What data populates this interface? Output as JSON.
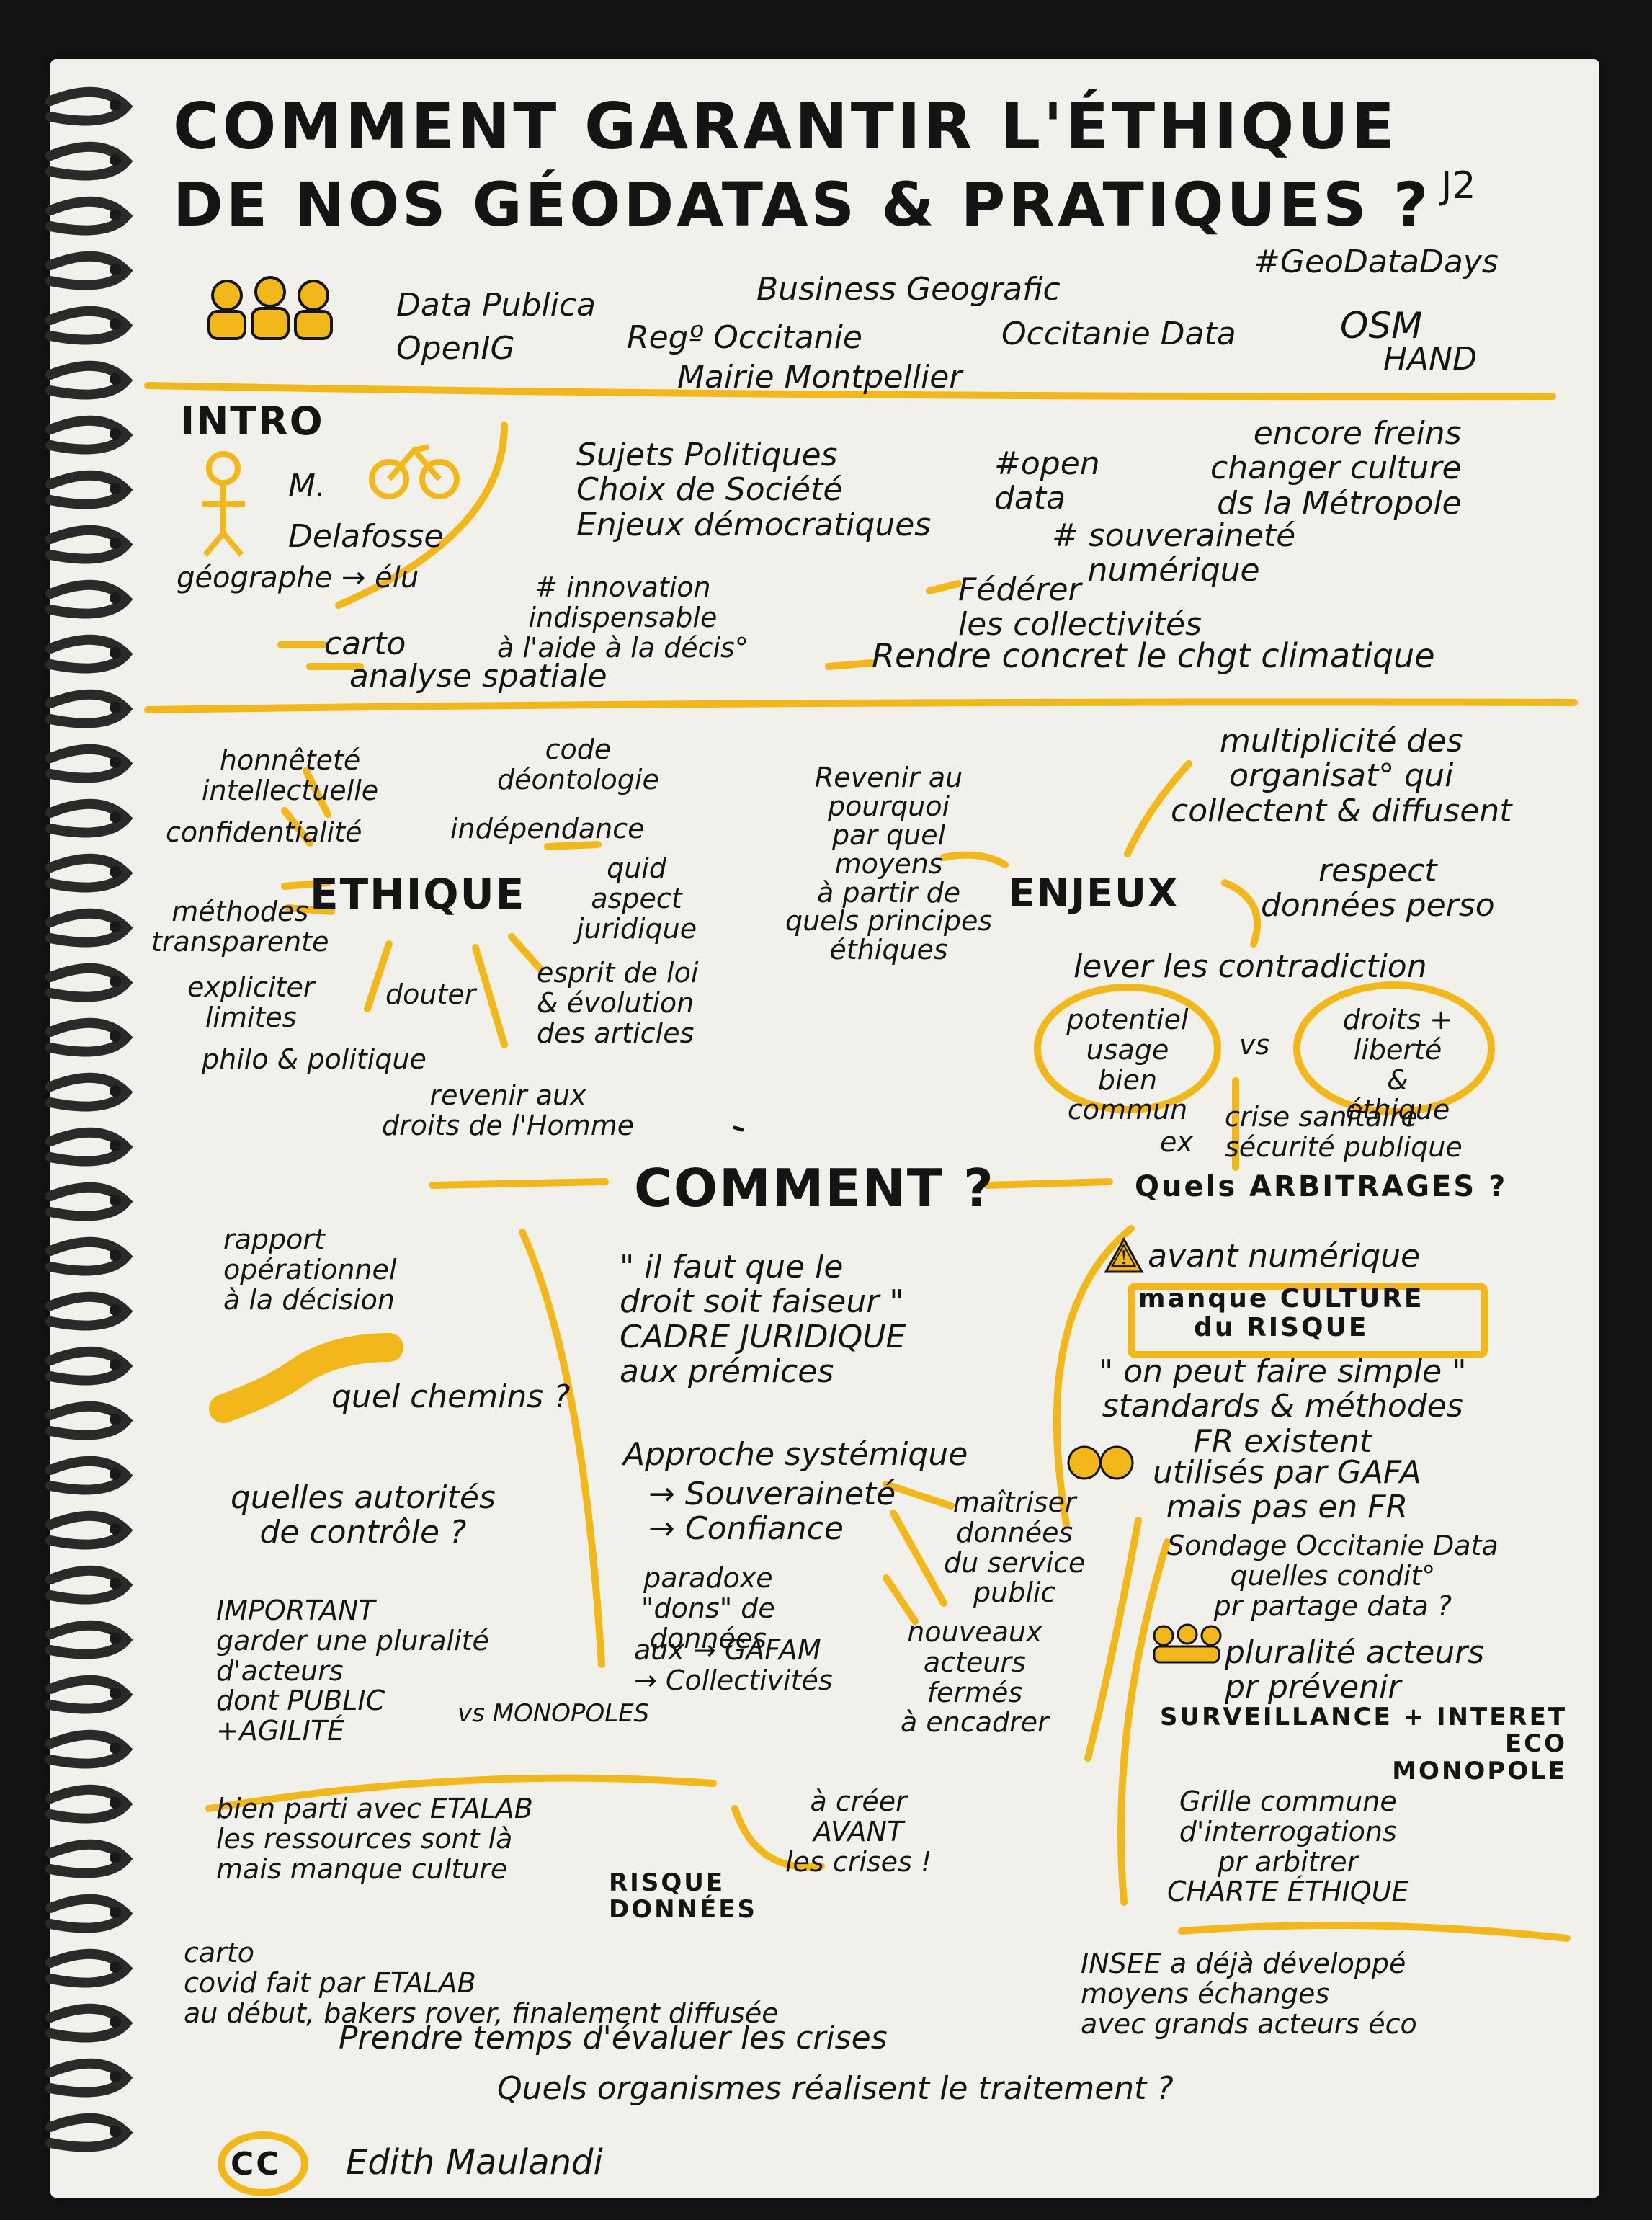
{
  "header": {
    "title_line1": "COMMENT GARANTIR L'ÉTHIQUE",
    "title_line2": "DE NOS GÉODATAS & PRATIQUES ?",
    "day": "J2",
    "hashtag": "#GeoDataDays"
  },
  "speakers": {
    "orgs": [
      "Data Publica",
      "Business Geografic",
      "OpenIG",
      "Regº Occitanie",
      "Occitanie Data",
      "OSM",
      "HAND",
      "Mairie Montpellier"
    ]
  },
  "intro": {
    "heading": "INTRO",
    "speaker": "M.\nDelafosse",
    "speaker_role": "géographe → élu",
    "subjects": "Sujets Politiques\nChoix de Société\nEnjeux démocratiques",
    "open_data": "#open\ndata",
    "brakes": "encore freins\nchanger culture\nds la Métropole",
    "sovereignty": "# souveraineté\nnumérique",
    "innovation": "# innovation\nindispensable\nà l'aide à la décis°",
    "federate": "Fédérer\nles collectivités",
    "carto": "carto",
    "spatial": "analyse spatiale",
    "climate": "Rendre concret le chgt climatique"
  },
  "ethique": {
    "heading": "ETHIQUE",
    "items": [
      "honnêteté\nintellectuelle",
      "code\ndéontologie",
      "confidentialité",
      "indépendance",
      "méthodes\ntransparente",
      "quid\naspect\njuridique",
      "expliciter\nlimites",
      "douter",
      "esprit de loi\n& évolution\ndes articles",
      "philo & politique",
      "revenir aux\ndroits de l'Homme"
    ],
    "purpose": "Revenir au\npourquoi\npar quel\nmoyens\nà partir de\nquels principes\néthiques"
  },
  "enjeux": {
    "heading": "ENJEUX",
    "multiplicity": "multiplicité des\norganisat° qui\ncollectent & diffusent",
    "respect": "respect\ndonnées perso",
    "contradiction": "lever les contradiction",
    "left_bubble": "potentiel\nusage\nbien commun",
    "vs": "vs",
    "right_bubble": "droits + liberté\n&\néthique",
    "example_label": "ex",
    "example": "crise sanitaire\nsécurité publique",
    "arbitrages": "Quels ARBITRAGES ?"
  },
  "comment": {
    "heading": "COMMENT ?",
    "report": "rapport\nopérationnel\nà la décision",
    "paths": "quel chemins ?",
    "authorities": "quelles autorités\nde contrôle ?",
    "important": "IMPORTANT\ngarder une pluralité\nd'acteurs\ndont PUBLIC\n+AGILITÉ",
    "vs_monopoles": "vs MONOPOLES",
    "quote": "\" il faut que le\ndroit soit faiseur \"\nCADRE JURIDIQUE\naux prémices",
    "systemic": "Approche systémique",
    "sovereign_trust": "→ Souveraineté\n→ Confiance",
    "paradox": "paradoxe\n\"dons\" de\ndonnées",
    "gafam": "aux → GAFAM\n→ Collectivités",
    "master": "maîtriser\ndonnées\ndu service\npublic",
    "new_actors": "nouveaux\nacteurs\nfermés\nà encadrer",
    "digital_lag": "⚠ avant numérique",
    "risk_culture": "manque CULTURE\ndu RISQUE",
    "simple": "\" on peut faire simple \"\nstandards & méthodes\nFR existent",
    "gafa": "utilisés par GAFA\nmais pas en FR",
    "survey": "Sondage Occitanie Data\nquelles condit°\npr partage data ?",
    "plurality": "pluralité acteurs\npr prévenir",
    "surveillance": "SURVEILLANCE + INTERET\nECO\nMONOPOLE",
    "grid": "Grille commune\nd'interrogations\npr arbitrer\nCHARTE ÉTHIQUE",
    "etalab": "bien parti avec ETALAB\nles ressources sont là\nmais manque culture",
    "risk_data": "RISQUE\nDONNÉES",
    "create_before": "à créer\nAVANT\nles crises !",
    "covid": "carto\ncovid fait par ETALAB\nau début, bakers rover, finalement diffusée",
    "insee": "INSEE a déjà développé\nmoyens échanges\navec grands acteurs éco",
    "evaluate": "Prendre temps d'évaluer les crises",
    "who": "Quels organismes réalisent le traitement ?"
  },
  "footer": {
    "license": "CC",
    "author": "Edith Maulandi"
  },
  "colors": {
    "highlight": "#f2b81b",
    "ink": "#141414",
    "paper": "#f2f0ea"
  }
}
